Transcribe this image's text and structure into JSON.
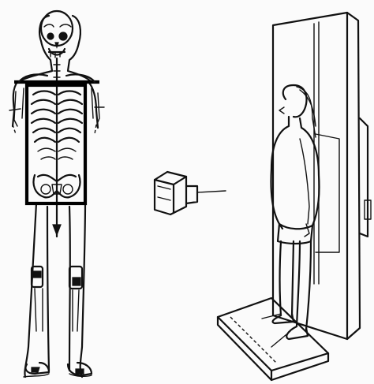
{
  "figure": {
    "panels": [
      {
        "name": "skeleton-radiograph"
      },
      {
        "name": "xray-tube"
      },
      {
        "name": "patient-standing"
      }
    ]
  },
  "colors": {
    "ink": "#111111",
    "paper": "#fbfbfb"
  }
}
